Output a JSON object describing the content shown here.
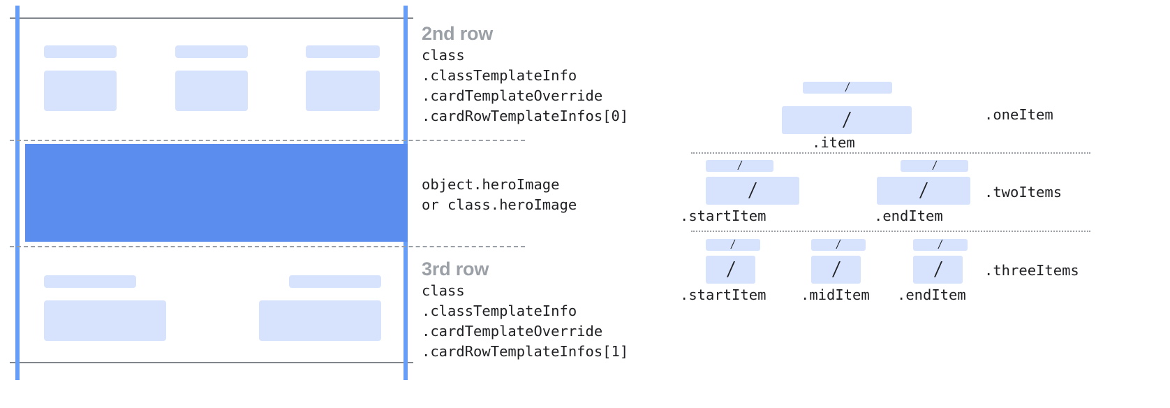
{
  "diagram": {
    "title_text_color": "#9aa0a6",
    "accent_color": "#669df6",
    "hero_color": "#5b8def",
    "placeholder_color": "#d7e3fc",
    "rule_color": "#80868b"
  },
  "card": {
    "second_row": {
      "title": "2nd row",
      "code_lines": [
        "class",
        ".classTemplateInfo",
        ".cardTemplateOverride",
        ".cardRowTemplateInfos[0]"
      ]
    },
    "hero": {
      "code_lines": [
        "object.heroImage",
        "or class.heroImage"
      ]
    },
    "third_row": {
      "title": "3rd row",
      "code_lines": [
        "class",
        ".classTemplateInfo",
        ".cardTemplateOverride",
        ".cardRowTemplateInfos[1]"
      ]
    }
  },
  "row_reference": {
    "glyph": "/",
    "groups": [
      {
        "name": ".oneItem",
        "slots": [
          {
            "label": ".item"
          }
        ]
      },
      {
        "name": ".twoItems",
        "slots": [
          {
            "label": ".startItem"
          },
          {
            "label": ".endItem"
          }
        ]
      },
      {
        "name": ".threeItems",
        "slots": [
          {
            "label": ".startItem"
          },
          {
            "label": ".midItem"
          },
          {
            "label": ".endItem"
          }
        ]
      }
    ]
  }
}
